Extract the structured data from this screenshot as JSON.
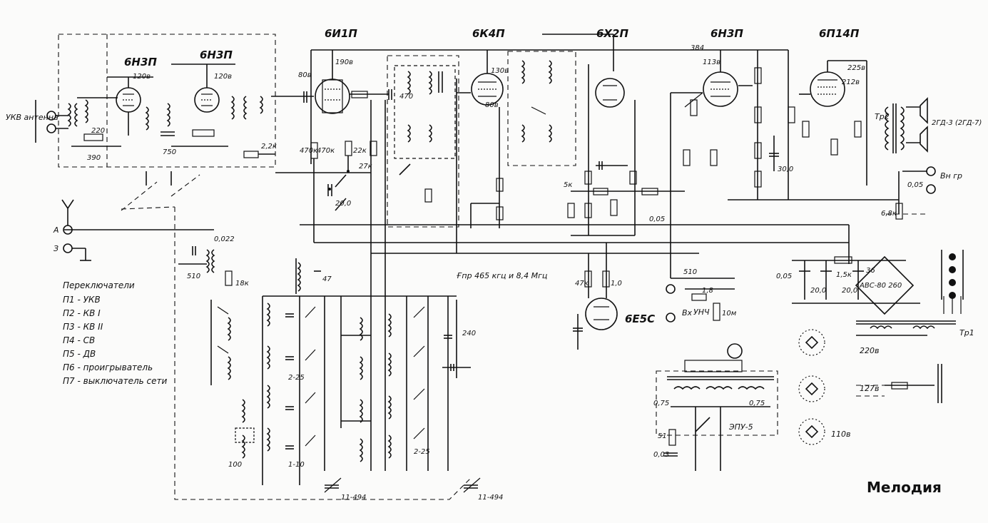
{
  "brand": "Мелодия",
  "tubes": [
    "6Н3П",
    "6Н3П",
    "6И1П",
    "6К4П",
    "6Х2П",
    "6Н3П",
    "6П14П",
    "6Е5С"
  ],
  "inputs": {
    "ukv_antenna": "УКВ антенна",
    "antenna": "А",
    "ground": "З",
    "pickup": "Вх",
    "ext_speaker": "Вн гр"
  },
  "legend": {
    "title": "Переключатели",
    "items": [
      "П1 - УКВ",
      "П2 - КВ I",
      "П3 - КВ II",
      "П4 - СВ",
      "П5 - ДВ",
      "П6 - проигрыватель",
      "П7 - выключатель сети"
    ]
  },
  "blocks": {
    "unch": "УНЧ",
    "epu": "ЭПУ-5",
    "rectifier": "АВС-80 260",
    "speakers": "2ГД-3 (2ГД-7)",
    "transformer": "Тр2",
    "power_transformer": "Тр1",
    "if_note": "Ғпр 465 кгц и 8,4 Мгц"
  },
  "voltages": [
    "220в",
    "127в",
    "110в"
  ],
  "component_values": [
    "120в",
    "120в",
    "190в",
    "80в",
    "130в",
    "80в",
    "384",
    "113в",
    "225в",
    "212в",
    "220",
    "390",
    "750",
    "470к",
    "2,2к",
    "22к",
    "27к",
    "470к",
    "20,0",
    "0,05",
    "1,5к",
    "20,0",
    "20,0",
    "6,8к",
    "0,022",
    "510",
    "47",
    "18к",
    "0,05",
    "30,0",
    "100",
    "1-10",
    "2-25",
    "2-25",
    "470",
    "11-494",
    "11-494",
    "240",
    "5к",
    "47к",
    "1,0",
    "0,05",
    "10м",
    "1,8",
    "510",
    "0,75",
    "0,75",
    "0,03",
    "51",
    "36"
  ]
}
